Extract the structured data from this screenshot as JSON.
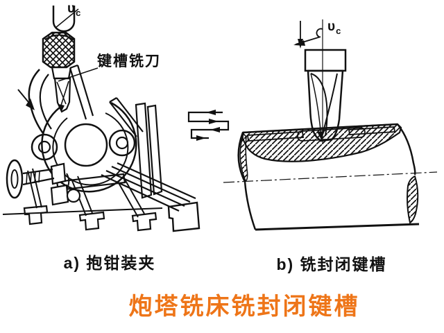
{
  "title": {
    "text": "炮塔铣床铣封闭键槽",
    "color": "#ee7518"
  },
  "figure_a": {
    "caption": "a) 抱钳装夹",
    "cutter_label": "键槽铣刀",
    "cutting_speed": {
      "symbol": "υ",
      "subscript": "c"
    }
  },
  "figure_b": {
    "caption": "b) 铣封闭键槽",
    "cutting_speed": {
      "symbol": "υ",
      "subscript": "c"
    }
  },
  "colors": {
    "background": "#ffffff",
    "line": "#111111"
  }
}
